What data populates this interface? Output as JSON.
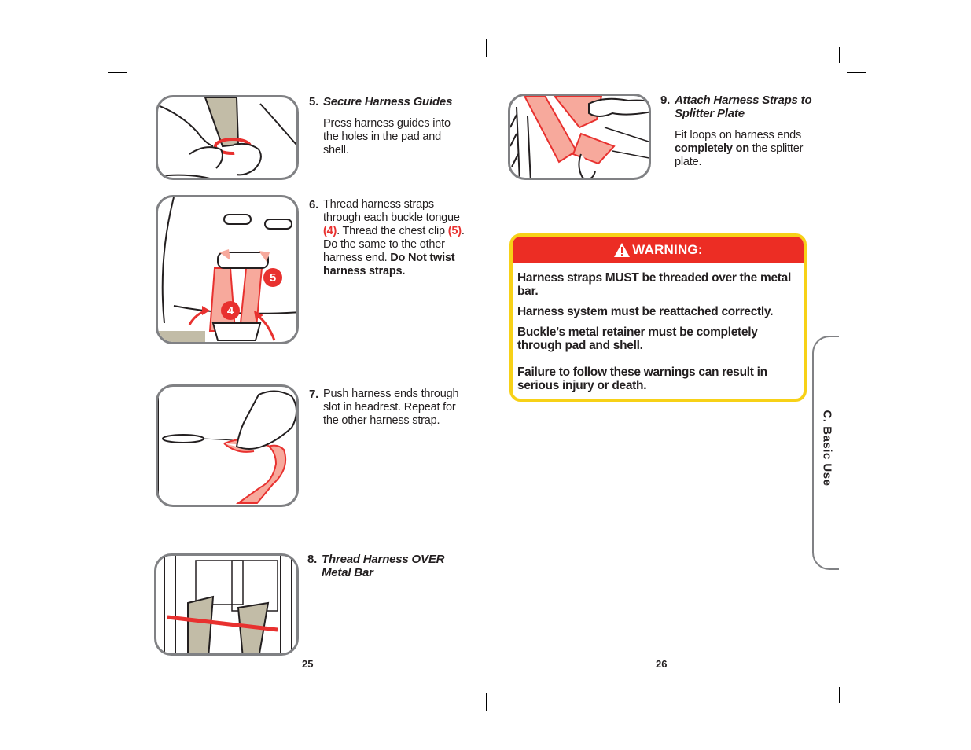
{
  "colors": {
    "accent_red": "#e8312f",
    "warning_yellow": "#f7d117",
    "frame_gray": "#808184",
    "strap_salmon": "#f7a99c",
    "strap_gray": "#c2bca7"
  },
  "page_left": {
    "page_number": "25",
    "steps": [
      {
        "number": "5.",
        "title": "Secure Harness Guides",
        "text": "Press harness guides into the holes in the pad and shell."
      },
      {
        "number": "6.",
        "text_a": "Thread harness straps through each buckle tongue",
        "ref_a": "(4)",
        "text_b": ". Thread the chest clip",
        "ref_b": "(5)",
        "text_c": ". Do the same to the other harness end. ",
        "bold": "Do Not twist harness straps.",
        "callout_4": "4",
        "callout_5": "5"
      },
      {
        "number": "7.",
        "text": "Push harness ends through slot in headrest.  Repeat for the other harness strap."
      },
      {
        "number": "8.",
        "title": "Thread Harness OVER Metal Bar"
      }
    ]
  },
  "page_right": {
    "page_number": "26",
    "step9": {
      "number": "9.",
      "title": "Attach Harness Straps to Splitter Plate",
      "text_a": "Fit loops on harness ends ",
      "bold": "completely on",
      "text_b": " the splitter plate."
    },
    "warning": {
      "icon": "warning-triangle-icon",
      "title": "WARNING:",
      "items": [
        "Harness straps MUST be threaded over the metal bar.",
        "Harness system must be reattached correctly.",
        "Buckle’s metal retainer must be completely through pad and shell."
      ],
      "final": "Failure to follow these warnings can result in serious injury or death."
    },
    "section_tab": "C. Basic Use"
  }
}
